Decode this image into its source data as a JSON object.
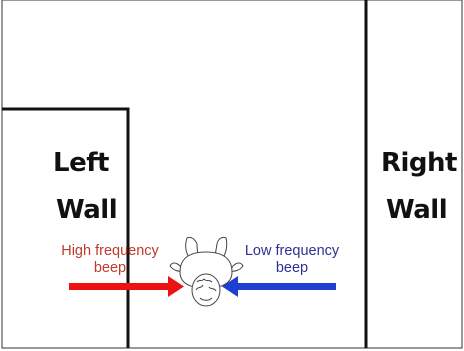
{
  "left_wall": {
    "line1": "Left",
    "line2": "Wall"
  },
  "right_wall": {
    "line1": "Right",
    "line2": "Wall"
  },
  "high_beep": {
    "line1": "High frequency",
    "line2": "beep"
  },
  "low_beep": {
    "line1": "Low frequency",
    "line2": "beep"
  },
  "colors": {
    "high_beep": "#c0392b",
    "low_beep": "#2e3192",
    "high_arrow": "#ee1111",
    "low_arrow": "#1f3fd1",
    "walls": "#111111"
  }
}
